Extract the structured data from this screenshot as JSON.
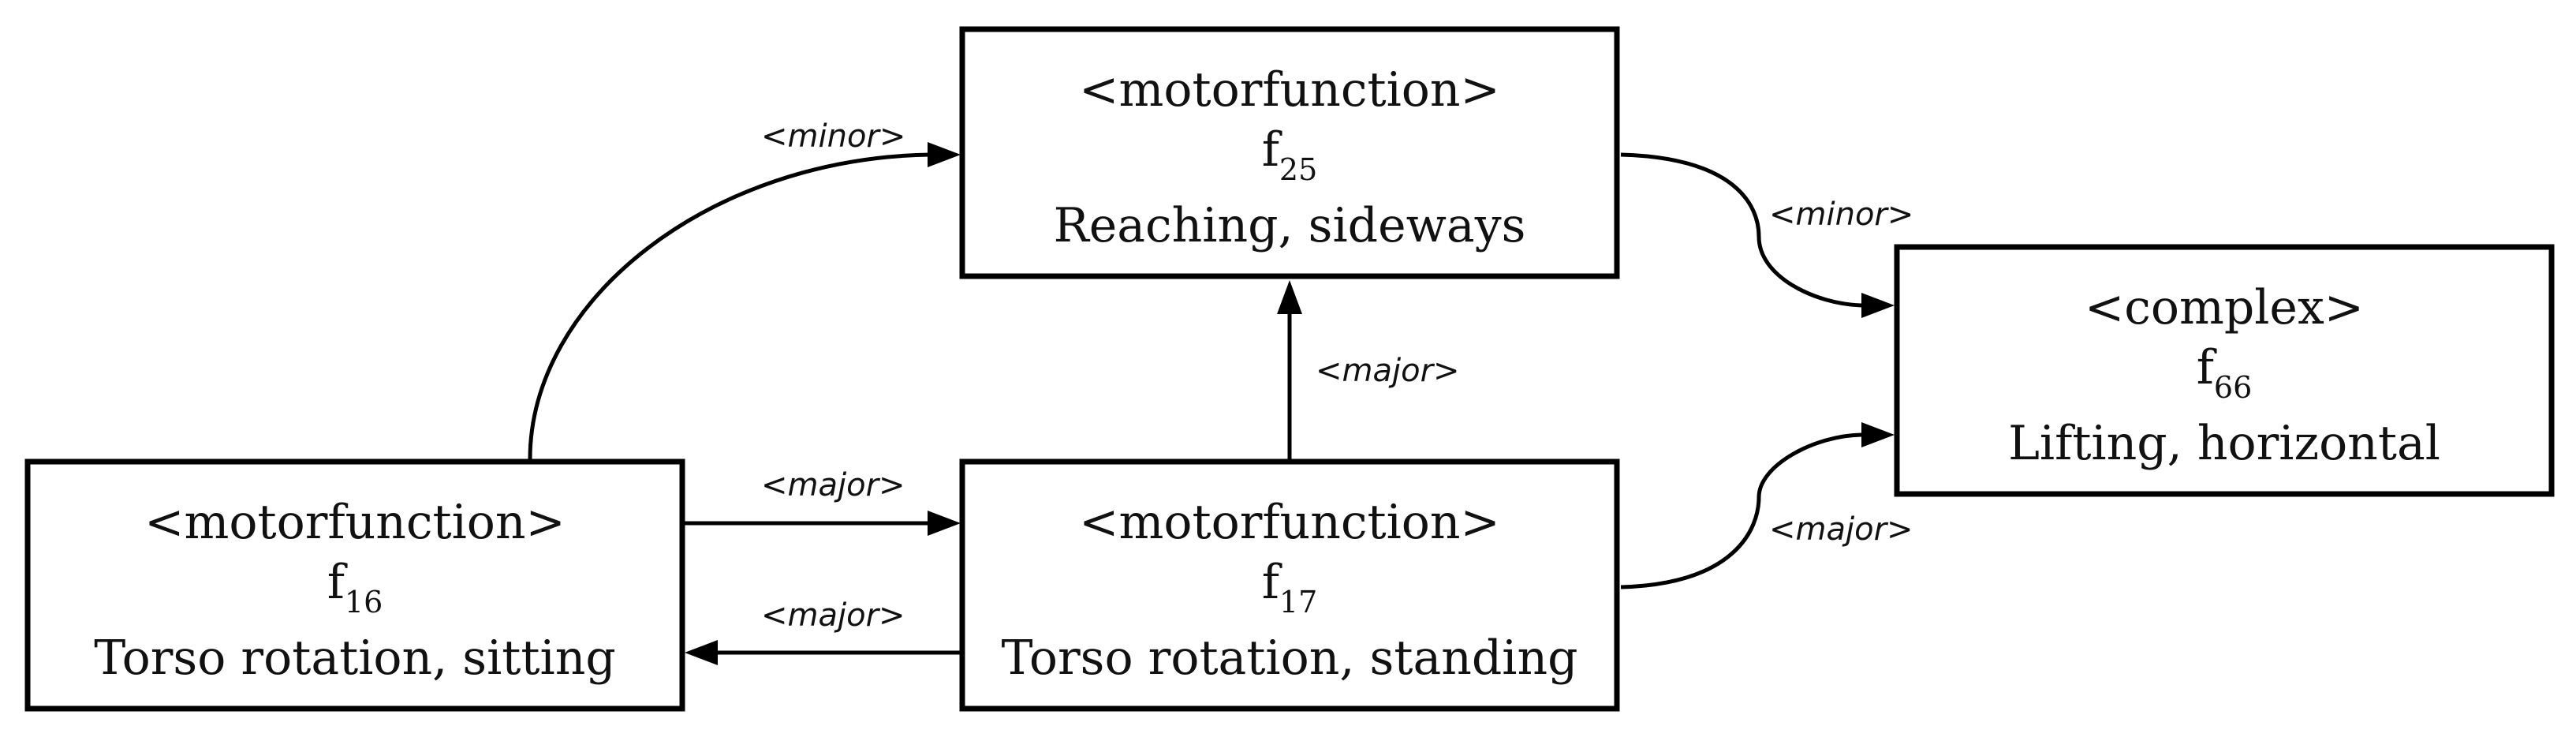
{
  "nodes": {
    "f25": {
      "type": "<motorfunction>",
      "id_base": "f",
      "id_sub": "25",
      "label": "Reaching, sideways"
    },
    "f66": {
      "type": "<complex>",
      "id_base": "f",
      "id_sub": "66",
      "label": "Lifting, horizontal"
    },
    "f16": {
      "type": "<motorfunction>",
      "id_base": "f",
      "id_sub": "16",
      "label": "Torso rotation, sitting"
    },
    "f17": {
      "type": "<motorfunction>",
      "id_base": "f",
      "id_sub": "17",
      "label": "Torso rotation, standing"
    }
  },
  "edges": [
    {
      "from": "f16",
      "to": "f25",
      "label": "<minor>"
    },
    {
      "from": "f25",
      "to": "f66",
      "label": "<minor>"
    },
    {
      "from": "f17",
      "to": "f25",
      "label": "<major>"
    },
    {
      "from": "f16",
      "to": "f17",
      "label": "<major>"
    },
    {
      "from": "f17",
      "to": "f16",
      "label": "<major>"
    },
    {
      "from": "f17",
      "to": "f66",
      "label": "<major>"
    }
  ]
}
